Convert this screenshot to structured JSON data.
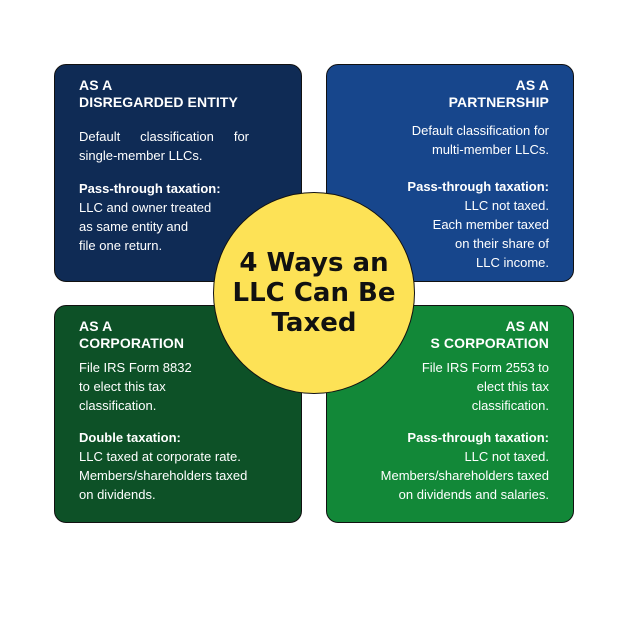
{
  "center": {
    "title_lines": [
      "4 Ways an",
      "LLC Can Be",
      "Taxed"
    ],
    "fill_color": "#fde256"
  },
  "quadrants": [
    {
      "position": "top-left",
      "color": "#0f2b55",
      "heading_lines": [
        "AS A",
        "DISREGARDED ENTITY"
      ],
      "description_lines": [
        "Default classification for",
        "single-member LLCs."
      ],
      "tax_type": "Pass-through taxation:",
      "tax_detail_lines": [
        "LLC and owner treated",
        "as same entity and",
        "file one return."
      ]
    },
    {
      "position": "top-right",
      "color": "#17468c",
      "heading_lines": [
        "AS A",
        "PARTNERSHIP"
      ],
      "description_lines": [
        "Default classification for",
        "multi-member LLCs."
      ],
      "tax_type": "Pass-through taxation:",
      "tax_detail_lines": [
        "LLC not taxed.",
        "Each member taxed",
        "on their share of",
        "LLC income."
      ]
    },
    {
      "position": "bottom-left",
      "color": "#0d5127",
      "heading_lines": [
        "AS A",
        "CORPORATION"
      ],
      "description_lines": [
        "File IRS Form 8832",
        "to elect this tax",
        "classification."
      ],
      "tax_type": "Double taxation:",
      "tax_detail_lines": [
        "LLC taxed at corporate rate.",
        "Members/shareholders taxed",
        "on dividends."
      ]
    },
    {
      "position": "bottom-right",
      "color": "#128838",
      "heading_lines": [
        "AS AN",
        "S CORPORATION"
      ],
      "description_lines": [
        "File IRS Form 2553 to",
        "elect this tax",
        "classification."
      ],
      "tax_type": "Pass-through taxation:",
      "tax_detail_lines": [
        "LLC not taxed.",
        "Members/shareholders taxed",
        "on dividends and salaries."
      ]
    }
  ]
}
